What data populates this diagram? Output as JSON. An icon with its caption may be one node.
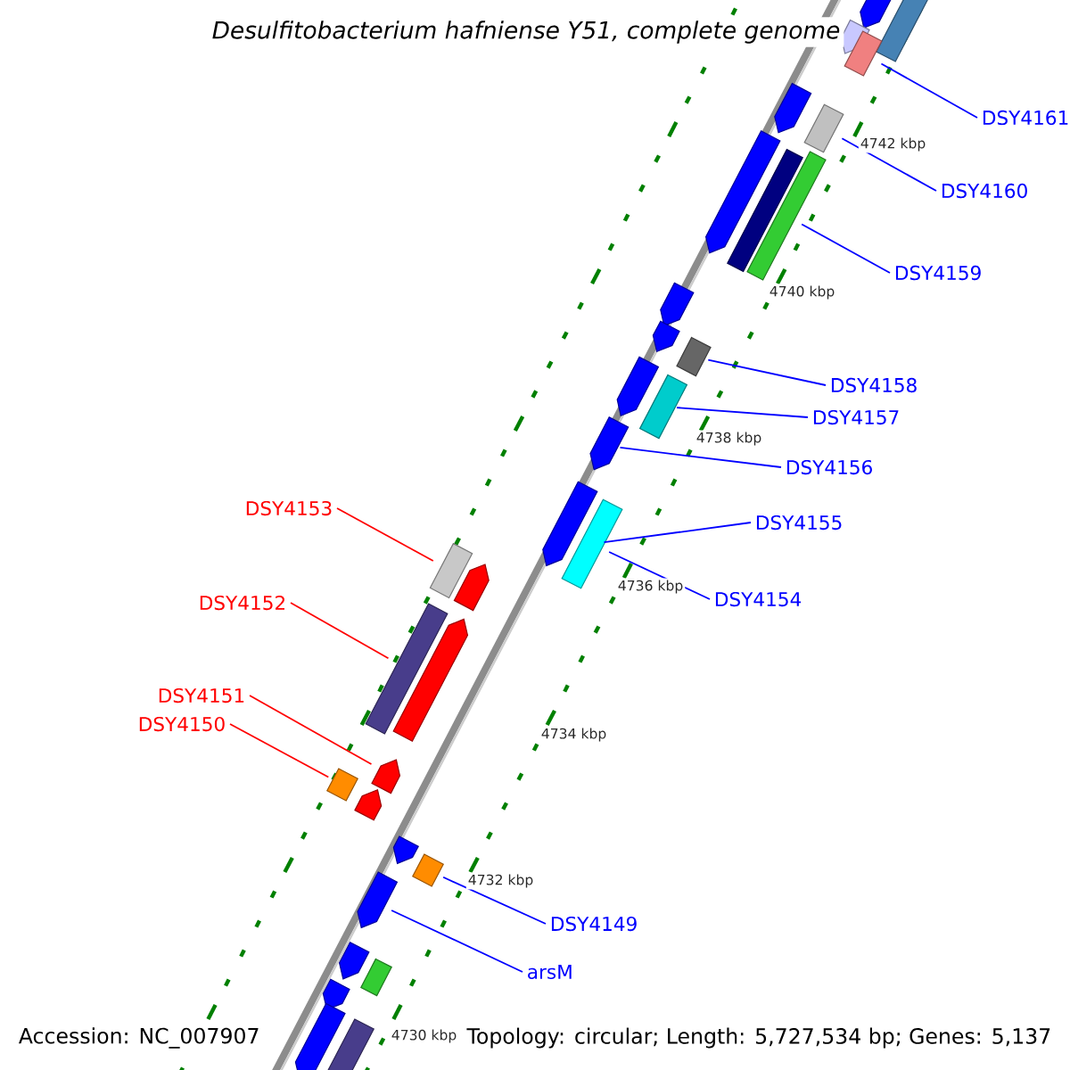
{
  "diagram": {
    "title": "Desulfitobacterium hafniense Y51, complete genome",
    "nodes": [
      {
        "text": [
          "DSY4161"
        ]
      },
      {
        "text": [
          "DSY4160"
        ]
      },
      {
        "text": [
          "DSY4159"
        ]
      },
      {
        "text": [
          "DSY4158"
        ]
      },
      {
        "text": [
          "DSY4157"
        ]
      },
      {
        "text": [
          "DSY4156"
        ]
      },
      {
        "text": [
          "DSY4153"
        ]
      },
      {
        "text": [
          "DSY4155"
        ]
      },
      {
        "text": [
          "DSY4154"
        ]
      },
      {
        "text": [
          "DSY4152"
        ]
      },
      {
        "text": [
          "DSY4151"
        ]
      },
      {
        "text": [
          "DSY4150"
        ]
      },
      {
        "text": [
          "DSY4149"
        ]
      },
      {
        "text": [
          "arsM"
        ]
      },
      {
        "text": [],
        "shape": "pentagon"
      },
      {
        "text": [],
        "shape": "bar"
      },
      {
        "text": [],
        "shape": "pentagon"
      },
      {
        "text": [],
        "shape": "bar"
      },
      {
        "text": [],
        "shape": "pentagon"
      },
      {
        "text": [],
        "shape": "bar"
      },
      {
        "text": [],
        "shape": "pentagon"
      },
      {
        "text": [],
        "shape": "bar"
      },
      {
        "text": [],
        "shape": "bar"
      },
      {
        "text": [],
        "shape": "pentagon"
      },
      {
        "text": [],
        "shape": "pentagon"
      },
      {
        "text": [],
        "shape": "bar"
      },
      {
        "text": [],
        "shape": "pentagon"
      },
      {
        "text": [],
        "shape": "bar"
      },
      {
        "text": [],
        "shape": "pentagon"
      },
      {
        "text": [],
        "shape": "pentagon"
      },
      {
        "text": [],
        "shape": "bar"
      },
      {
        "text": [],
        "shape": "bar"
      },
      {
        "text": [],
        "shape": "pentagon"
      },
      {
        "text": [],
        "shape": "bar"
      },
      {
        "text": [],
        "shape": "pentagon"
      },
      {
        "text": [],
        "shape": "pentagon"
      },
      {
        "text": [],
        "shape": "bar"
      },
      {
        "text": [],
        "shape": "pentagon"
      },
      {
        "text": [],
        "shape": "pentagon"
      },
      {
        "text": [],
        "shape": "bar"
      },
      {
        "text": [],
        "shape": "pentagon"
      },
      {
        "text": [],
        "shape": "pentagon"
      },
      {
        "text": [],
        "shape": "bar"
      },
      {
        "text": [],
        "shape": "pentagon"
      },
      {
        "text": [],
        "shape": "pentagon"
      },
      {
        "text": [],
        "shape": "bar"
      }
    ],
    "edges": [
      {
        "from": 0,
        "to": 17,
        "arrow": "none"
      },
      {
        "from": 1,
        "to": 19,
        "arrow": "none"
      },
      {
        "from": 2,
        "to": 22,
        "arrow": "none"
      },
      {
        "from": 3,
        "to": 25,
        "arrow": "none"
      },
      {
        "from": 4,
        "to": 27,
        "arrow": "none"
      },
      {
        "from": 5,
        "to": 28,
        "arrow": "none"
      },
      {
        "from": 6,
        "to": 31,
        "arrow": "none",
        "color": "#ff0000"
      },
      {
        "from": 7,
        "to": 30,
        "arrow": "none"
      },
      {
        "from": 8,
        "to": 30,
        "arrow": "none"
      },
      {
        "from": 9,
        "to": 33,
        "arrow": "none",
        "color": "#ff0000"
      },
      {
        "from": 10,
        "to": 35,
        "arrow": "none",
        "color": "#ff0000"
      },
      {
        "from": 11,
        "to": 36,
        "arrow": "none",
        "color": "#ff0000"
      },
      {
        "from": 12,
        "to": 39,
        "arrow": "none"
      },
      {
        "from": 13,
        "to": 40,
        "arrow": "none"
      }
    ],
    "labels": [
      "4742 kbp",
      "4740 kbp",
      "4738 kbp",
      "4736 kbp",
      "4734 kbp",
      "4732 kbp",
      "Accession: NC_007907",
      "4730 kbp",
      "Topology: circular; Length: 5,727,534 bp; Genes: 5,137"
    ]
  }
}
